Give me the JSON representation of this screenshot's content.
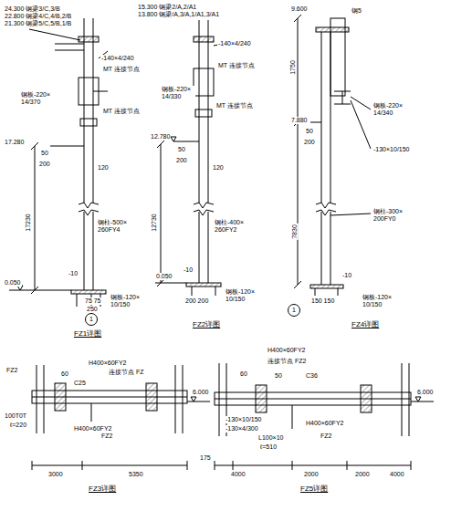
{
  "diagram": {
    "nodes": [
      {
        "text": [
          "1"
        ]
      },
      {
        "text": [
          "1"
        ]
      }
    ],
    "labels": [
      "24.300 钢梁3/C,3/B",
      "22.800 钢梁4/C,4/B,2/B",
      "21.300 钢梁5/C,5/B,1/B",
      "-140×4/240",
      "MT 连接节点",
      "钢板-220× 14/370",
      "MT 连接节点",
      "17.280",
      "50",
      "200",
      "120",
      "17230",
      "钢柱-500× 260FY4",
      "0.050",
      "-10",
      "75 75",
      "250",
      "钢板-120× 10/150",
      "FZ1详图",
      "15.300 钢梁2/A,2/A1",
      "13.800 钢梁/A,3/A,1/A1,3/A1",
      "-140×4/240",
      "MT 连接节点",
      "钢板-220× 14/330",
      "MT 连接节点",
      "12.780",
      "50",
      "200",
      "120",
      "12730",
      "钢柱-400× 260FY2",
      "0.050",
      "-10",
      "200 200",
      "钢板-120× 10/150",
      "FZ2详图",
      "9.600",
      "1750",
      "钢5",
      "7.880",
      "50",
      "200",
      "钢板-220× 14/340",
      "-130×10/150",
      "钢柱-300× 200FY0",
      "7830",
      "-10",
      "150 150",
      "钢板-120× 10/150",
      "FZ4详图",
      "FZ2",
      "H400×60FY2",
      "连接节点 FZ",
      "60",
      "C25",
      "6.000",
      "100T0T",
      "ℓ=220",
      "H400×60FY2",
      "FZ2",
      "3000",
      "5350",
      "FZ3详图",
      "H400×60FY2",
      "连接节点 FZ2",
      "60",
      "50",
      "C36",
      "6.000",
      "-130×10/150",
      "-130×4/300",
      "H400×60FY2",
      "L100×10",
      "ℓ=510",
      "FZ2",
      "175",
      "4000",
      "2000",
      "2000",
      "4000",
      "FZ5详图"
    ]
  }
}
